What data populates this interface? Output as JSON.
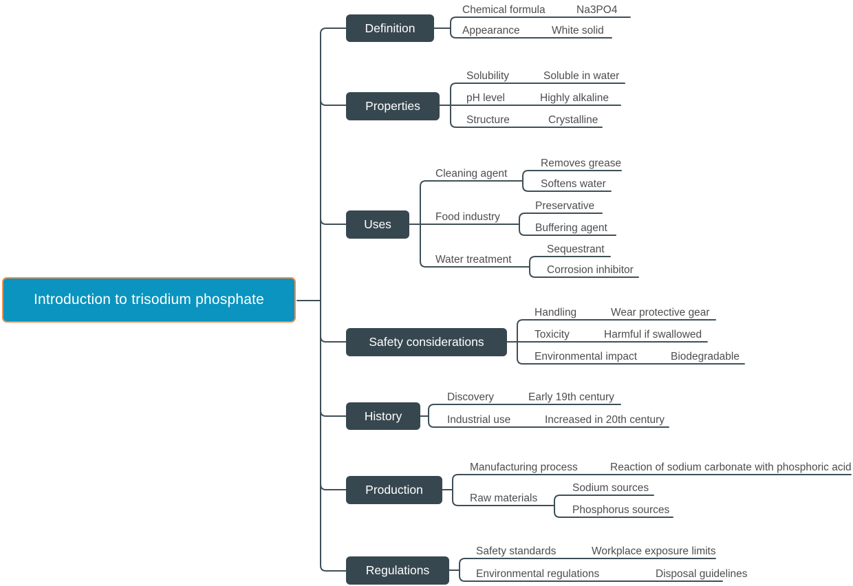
{
  "colors": {
    "central_fill": "#0a94bf",
    "central_border": "#f08c4b",
    "branch_fill": "#37474f",
    "line": "#3e4e57",
    "leaf_text": "#4d4d4d"
  },
  "mindmap": {
    "root": "Introduction to trisodium phosphate",
    "branches": [
      {
        "label": "Definition",
        "children": [
          {
            "key": "Chemical formula",
            "value": "Na3PO4"
          },
          {
            "key": "Appearance",
            "value": "White solid"
          }
        ]
      },
      {
        "label": "Properties",
        "children": [
          {
            "key": "Solubility",
            "value": "Soluble in water"
          },
          {
            "key": "pH level",
            "value": "Highly alkaline"
          },
          {
            "key": "Structure",
            "value": "Crystalline"
          }
        ]
      },
      {
        "label": "Uses",
        "children": [
          {
            "key": "Cleaning agent",
            "children": [
              {
                "key": "Removes grease"
              },
              {
                "key": "Softens water"
              }
            ]
          },
          {
            "key": "Food industry",
            "children": [
              {
                "key": "Preservative"
              },
              {
                "key": "Buffering agent"
              }
            ]
          },
          {
            "key": "Water treatment",
            "children": [
              {
                "key": "Sequestrant"
              },
              {
                "key": "Corrosion inhibitor"
              }
            ]
          }
        ]
      },
      {
        "label": "Safety considerations",
        "children": [
          {
            "key": "Handling",
            "value": "Wear protective gear"
          },
          {
            "key": "Toxicity",
            "value": "Harmful if swallowed"
          },
          {
            "key": "Environmental impact",
            "value": "Biodegradable"
          }
        ]
      },
      {
        "label": "History",
        "children": [
          {
            "key": "Discovery",
            "value": "Early 19th century"
          },
          {
            "key": "Industrial use",
            "value": "Increased in 20th century"
          }
        ]
      },
      {
        "label": "Production",
        "children": [
          {
            "key": "Manufacturing process",
            "value": "Reaction of sodium carbonate with phosphoric acid"
          },
          {
            "key": "Raw materials",
            "children": [
              {
                "key": "Sodium sources"
              },
              {
                "key": "Phosphorus sources"
              }
            ]
          }
        ]
      },
      {
        "label": "Regulations",
        "children": [
          {
            "key": "Safety standards",
            "value": "Workplace exposure limits"
          },
          {
            "key": "Environmental regulations",
            "value": "Disposal guidelines"
          }
        ]
      }
    ]
  }
}
